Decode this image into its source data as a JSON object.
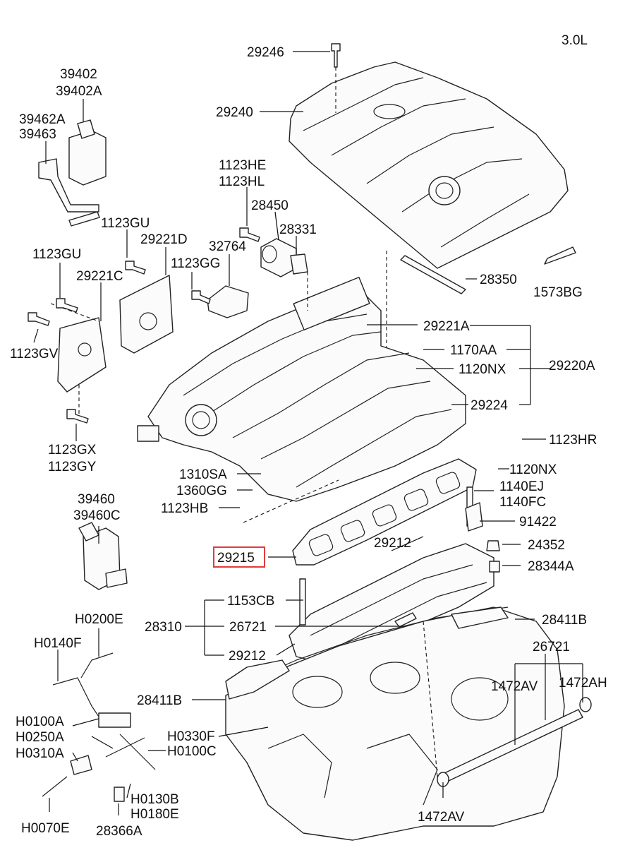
{
  "engine": "3.0L",
  "labels": {
    "p29246": "29246",
    "p39402": "39402",
    "p39402A": "39402A",
    "p29240": "29240",
    "p39462A": "39462A",
    "p39463": "39463",
    "p1123HE": "1123HE",
    "p1123HL": "1123HL",
    "p28450": "28450",
    "p28331": "28331",
    "p1123GU_a": "1123GU",
    "p29221D": "29221D",
    "p32764": "32764",
    "p1123GU_b": "1123GU",
    "p1123GG": "1123GG",
    "p29221C": "29221C",
    "p28350": "28350",
    "p1573BG": "1573BG",
    "p29221A": "29221A",
    "p1123GV": "1123GV",
    "p1170AA": "1170AA",
    "p1120NX_a": "1120NX",
    "p29220A": "29220A",
    "p29224": "29224",
    "p1123GX": "1123GX",
    "p1123GY": "1123GY",
    "p1123HR": "1123HR",
    "p1310SA": "1310SA",
    "p1120NX_b": "1120NX",
    "p1360GG": "1360GG",
    "p1140EJ": "1140EJ",
    "p1140FC": "1140FC",
    "p1123HB": "1123HB",
    "p39460": "39460",
    "p39460C": "39460C",
    "p91422": "91422",
    "p29212_a": "29212",
    "p29215": "29215",
    "p24352": "24352",
    "p28344A": "28344A",
    "p1153CB": "1153CB",
    "pH0200E": "H0200E",
    "p28310": "28310",
    "p26721_a": "26721",
    "p28411B_a": "28411B",
    "pH0140F": "H0140F",
    "p29212_b": "29212",
    "p26721_b": "26721",
    "p1472AV_a": "1472AV",
    "p1472AH": "1472AH",
    "p28411B_b": "28411B",
    "pH0100A": "H0100A",
    "pH0250A": "H0250A",
    "pH0330F": "H0330F",
    "pH0100C": "H0100C",
    "pH0310A": "H0310A",
    "pH0130B": "H0130B",
    "pH0180E": "H0180E",
    "pH0070E": "H0070E",
    "p28366A": "28366A",
    "p1472AV_b": "1472AV"
  },
  "highlighted_part": "29215",
  "colors": {
    "highlight": "#e23b3b",
    "ink": "#111111",
    "background": "#ffffff"
  }
}
